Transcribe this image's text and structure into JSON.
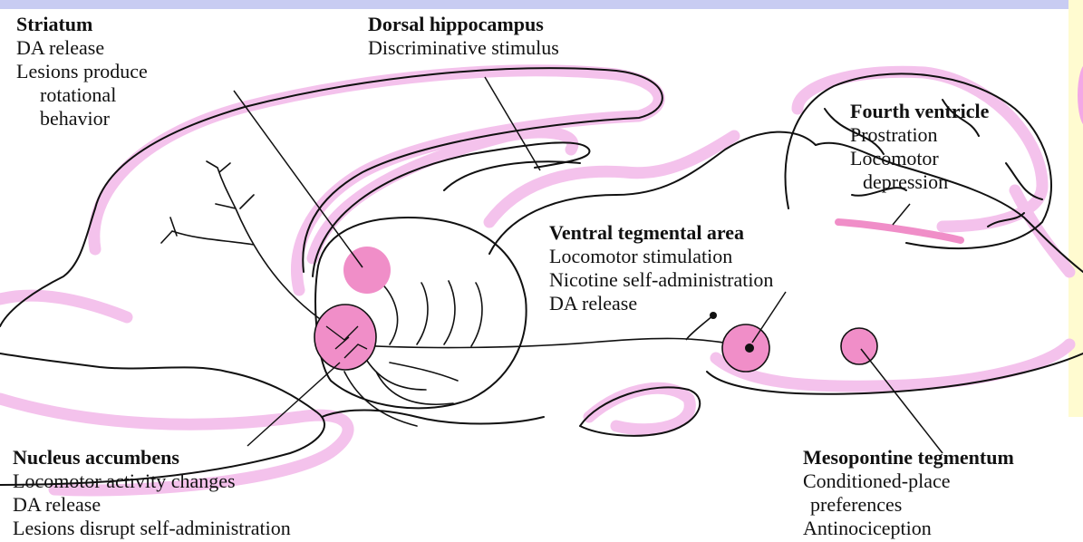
{
  "labels": {
    "striatum": {
      "heading": "Striatum",
      "lines": [
        "DA release",
        "Lesions produce",
        "rotational",
        "behavior"
      ]
    },
    "dorsal_hippocampus": {
      "heading": "Dorsal hippocampus",
      "lines": [
        "Discriminative stimulus"
      ]
    },
    "fourth_ventricle": {
      "heading": "Fourth ventricle",
      "lines": [
        "Prostration",
        "Locomotor",
        "depression"
      ]
    },
    "ventral_tegmental_area": {
      "heading": "Ventral tegmental area",
      "lines": [
        "Locomotor stimulation",
        "Nicotine self-administration",
        "DA release"
      ]
    },
    "nucleus_accumbens": {
      "heading": "Nucleus accumbens",
      "lines": [
        "Locomotor activity changes",
        "DA release",
        "Lesions disrupt self-administration"
      ]
    },
    "mesopontine_tegmentum": {
      "heading": "Mesopontine tegmentum",
      "lines": [
        "Conditioned-place",
        "preferences",
        "Antinociception"
      ]
    }
  },
  "colors": {
    "outline_halo": "#f4c2ec",
    "nucleus_fill": "#f08ec8",
    "line": "#111111",
    "top_band": "#c8ccf2",
    "right_band": "#fffbd0"
  }
}
